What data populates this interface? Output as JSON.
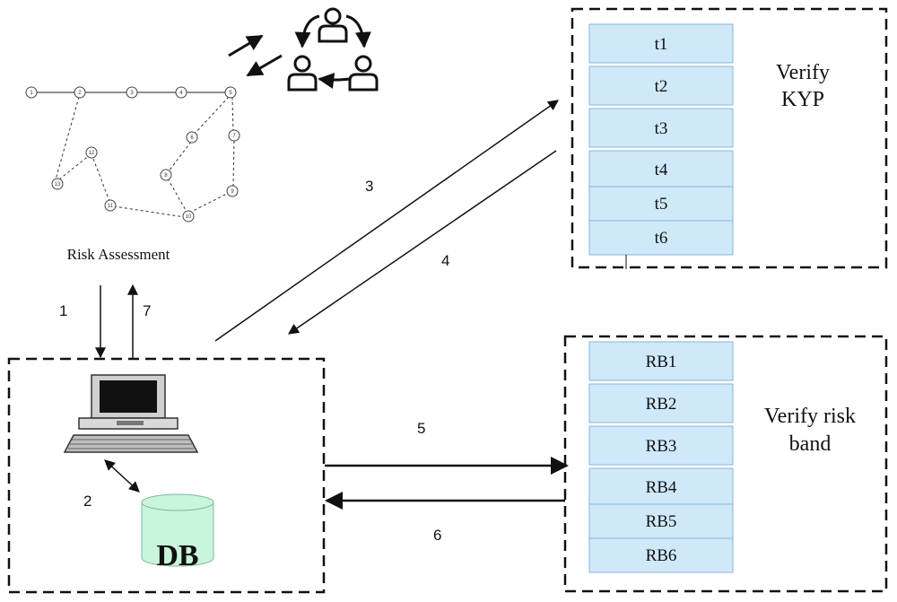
{
  "risk_assessment": {
    "caption": "Risk Assessment",
    "nodes": [
      "1",
      "2",
      "3",
      "4",
      "5",
      "6",
      "7",
      "8",
      "9",
      "10",
      "11",
      "12",
      "13"
    ]
  },
  "arrows": {
    "a1": "1",
    "a2": "2",
    "a3": "3",
    "a4": "4",
    "a5": "5",
    "a6": "6",
    "a7": "7"
  },
  "database": {
    "label": "DB",
    "color": "#c8f5dc"
  },
  "kyp_panel": {
    "title_line1": "Verify",
    "title_line2": "KYP",
    "cells": [
      "t1",
      "t2",
      "t3",
      "t4",
      "t5",
      "t6"
    ],
    "cell_color": "#cfe9fb",
    "border_color": "#8ab4d8"
  },
  "risk_band_panel": {
    "title_line1": "Verify risk",
    "title_line2": "band",
    "cells": [
      "RB1",
      "RB2",
      "RB3",
      "RB4",
      "RB5",
      "RB6"
    ]
  }
}
